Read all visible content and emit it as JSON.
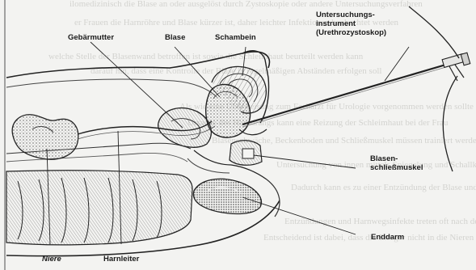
{
  "figure": {
    "labels": {
      "uterus": "Gebärmutter",
      "bladder": "Blase",
      "pubic_bone": "Schambein",
      "instrument_line1": "Untersuchungs-",
      "instrument_line2": "instrument",
      "instrument_line3": "(Urethrozystoskop)",
      "sphincter_line1": "Blasen-",
      "sphincter_line2": "schließmuskel",
      "rectum": "Enddarm",
      "kidney": "Niere",
      "ureter": "Harnleiter"
    }
  },
  "bleed_through": [
    "ilomedizinisch die Blase an oder ausgelöst durch Zystoskopie oder andere Untersuchungsverfahren",
    "er Frauen die Harnröhre und Blase kürzer ist, daher leichter Infektionen beobachtet werden",
    "welche Stelle der Blasenwand betroffen ist sowie die Schleimhaut beurteilt werden kann",
    "darauf hin, dass eine Kontrolle der Blase in regelmäßigen Abständen erfolgen soll",
    "Als wie eine Überweisung zum Facharzt für Urologie vorgenommen werden sollte",
    "Ursache des Harndrangs kann eine Reizung der Schleimhaut bei der Frau",
    "Blasenschwäche, Beckenboden und Schließmuskel müssen trainiert werden",
    "Untersuchung von innen mittels Spiegelung und Schallkopf in der Harnröhre",
    "Dadurch kann es zu einer Entzündung der Blase und der Nieren kommen",
    "Entzündungen und Harnwegsinfekte treten oft nach der Entbindung auf",
    "Entscheidend ist dabei, dass die Erreger nicht in die Nieren aufsteigen"
  ]
}
